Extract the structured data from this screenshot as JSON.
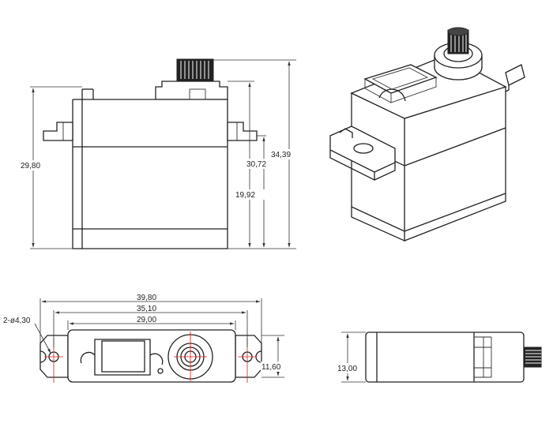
{
  "dimensions": {
    "height_body": "29,80",
    "height_flange": "30,72",
    "height_total": "34,39",
    "height_tab": "19,92",
    "length_total": "39,80",
    "hole_spacing": "35,10",
    "length_body": "29,00",
    "mount_holes": "2-ø4,30",
    "width_tab": "11,60",
    "width_body": "13,00"
  },
  "colors": {
    "line": "#222222",
    "centerline": "#e01818",
    "background": "#ffffff"
  }
}
